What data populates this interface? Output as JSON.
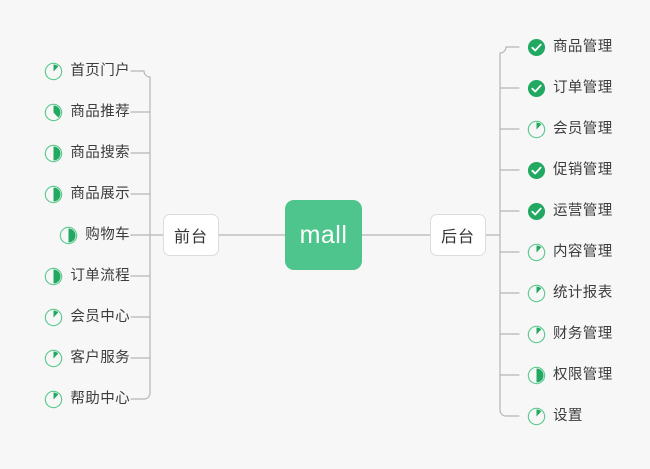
{
  "theme": {
    "background": "#f7f7f7",
    "root_fill": "#4ec58c",
    "root_text": "#ffffff",
    "branch_fill": "#ffffff",
    "branch_border": "#dcdcdc",
    "leaf_text": "#3c3c3c",
    "icon_green": "#21a861",
    "icon_ring": "#5bc98f",
    "link_color": "#b5b5b5"
  },
  "root": {
    "label": "mall"
  },
  "branches": [
    {
      "id": "front",
      "label": "前台",
      "side": "left",
      "items": [
        {
          "label": "首页门户",
          "icon": "pie-wedge-icon",
          "progress": 12
        },
        {
          "label": "商品推荐",
          "icon": "pie-wedge-icon",
          "progress": 38
        },
        {
          "label": "商品搜索",
          "icon": "pie-half-icon",
          "progress": 50
        },
        {
          "label": "商品展示",
          "icon": "pie-half-icon",
          "progress": 50
        },
        {
          "label": "购物车",
          "icon": "pie-half-icon",
          "progress": 50
        },
        {
          "label": "订单流程",
          "icon": "pie-half-icon",
          "progress": 50
        },
        {
          "label": "会员中心",
          "icon": "pie-wedge-icon",
          "progress": 12
        },
        {
          "label": "客户服务",
          "icon": "pie-wedge-icon",
          "progress": 12
        },
        {
          "label": "帮助中心",
          "icon": "pie-wedge-icon",
          "progress": 12
        }
      ]
    },
    {
      "id": "back",
      "label": "后台",
      "side": "right",
      "items": [
        {
          "label": "商品管理",
          "icon": "check-circle-icon",
          "progress": 100
        },
        {
          "label": "订单管理",
          "icon": "check-circle-icon",
          "progress": 100
        },
        {
          "label": "会员管理",
          "icon": "pie-wedge-icon",
          "progress": 12
        },
        {
          "label": "促销管理",
          "icon": "check-circle-icon",
          "progress": 100
        },
        {
          "label": "运营管理",
          "icon": "check-circle-icon",
          "progress": 100
        },
        {
          "label": "内容管理",
          "icon": "pie-wedge-icon",
          "progress": 12
        },
        {
          "label": "统计报表",
          "icon": "pie-wedge-icon",
          "progress": 12
        },
        {
          "label": "财务管理",
          "icon": "pie-wedge-icon",
          "progress": 12
        },
        {
          "label": "权限管理",
          "icon": "pie-half-icon",
          "progress": 50
        },
        {
          "label": "设置",
          "icon": "pie-wedge-icon",
          "progress": 12
        }
      ]
    }
  ]
}
